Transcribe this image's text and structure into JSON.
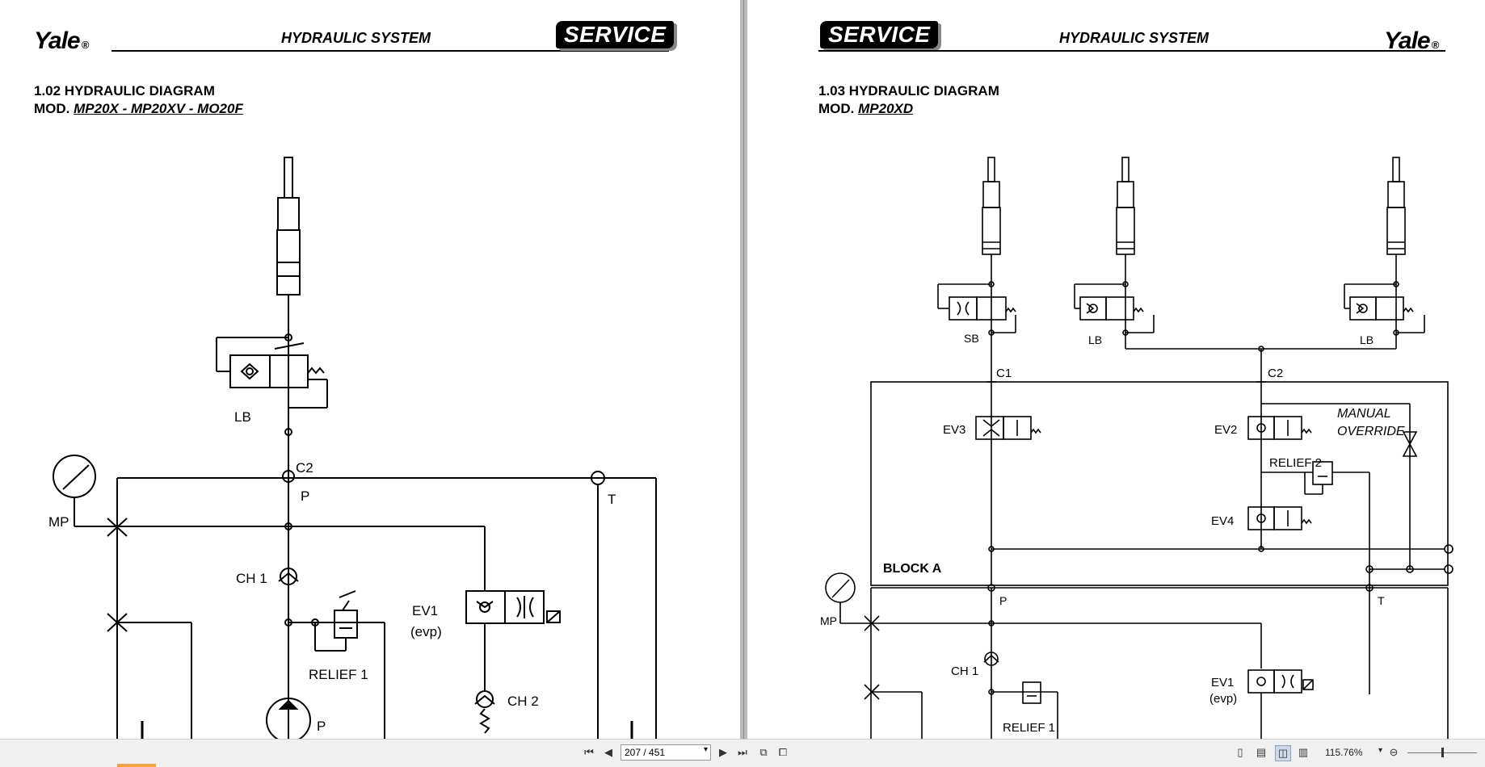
{
  "left_page": {
    "brand": "Yale",
    "header": "HYDRAULIC SYSTEM",
    "badge": "SERVICE",
    "section": "1.02 HYDRAULIC DIAGRAM",
    "model_prefix": "MOD.",
    "models": "MP20X - MP20XV - MO20F",
    "labels": {
      "lb": "LB",
      "c2": "C2",
      "p": "P",
      "t": "T",
      "mp": "MP",
      "ch1": "CH 1",
      "relief1": "RELIEF 1",
      "ev1": "EV1",
      "evp": "(evp)",
      "ch2": "CH 2",
      "pump": "P"
    }
  },
  "right_page": {
    "brand": "Yale",
    "header": "HYDRAULIC SYSTEM",
    "badge": "SERVICE",
    "section": "1.03 HYDRAULIC DIAGRAM",
    "model_prefix": "MOD.",
    "models": "MP20XD",
    "labels": {
      "sb": "SB",
      "lb1": "LB",
      "lb2": "LB",
      "c1": "C1",
      "c2": "C2",
      "ev3": "EV3",
      "ev2": "EV2",
      "manual": "MANUAL",
      "override": "OVERRIDE",
      "relief2": "RELIEF 2",
      "ev4": "EV4",
      "block": "BLOCK A",
      "mp": "MP",
      "p": "P",
      "t": "T",
      "ch1": "CH 1",
      "relief1": "RELIEF 1",
      "ev1": "EV1",
      "evp": "(evp)"
    }
  },
  "toolbar": {
    "page_indicator": "207 / 451",
    "zoom": "115.76%",
    "icons": [
      "first-page-icon",
      "prev-page-icon",
      "next-page-icon",
      "last-page-icon",
      "previous-view-icon",
      "next-view-icon",
      "single-page-icon",
      "continuous-icon",
      "facing-icon",
      "continuous-facing-icon",
      "zoom-out-icon"
    ]
  }
}
